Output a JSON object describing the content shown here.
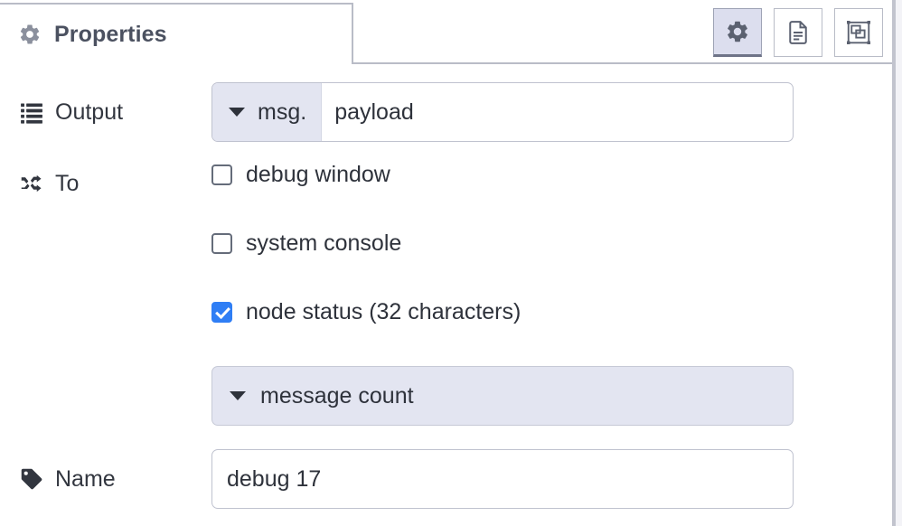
{
  "tab": {
    "label": "Properties",
    "icon": "gear-icon"
  },
  "toolbar": {
    "buttons": [
      {
        "name": "properties-tab-button",
        "icon": "gear-icon",
        "active": true
      },
      {
        "name": "description-tab-button",
        "icon": "document-icon",
        "active": false
      },
      {
        "name": "appearance-tab-button",
        "icon": "appearance-icon",
        "active": false
      }
    ]
  },
  "form": {
    "output": {
      "label": "Output",
      "icon": "list-icon",
      "prefix": "msg.",
      "value": "payload",
      "placeholder": ""
    },
    "to": {
      "label": "To",
      "icon": "shuffle-icon",
      "options": [
        {
          "label": "debug window",
          "checked": false
        },
        {
          "label": "system console",
          "checked": false
        },
        {
          "label": "node status (32 characters)",
          "checked": true
        }
      ],
      "status_select": {
        "value": "message count"
      }
    },
    "name": {
      "label": "Name",
      "icon": "tag-icon",
      "value": "debug 17",
      "placeholder": "Name"
    }
  },
  "colors": {
    "accent_blue": "#2f7ef5",
    "field_lavender": "#e3e5f1",
    "border_gray": "#bfc2cf",
    "text_dark": "#2e323b",
    "tab_label": "#4b5160"
  }
}
